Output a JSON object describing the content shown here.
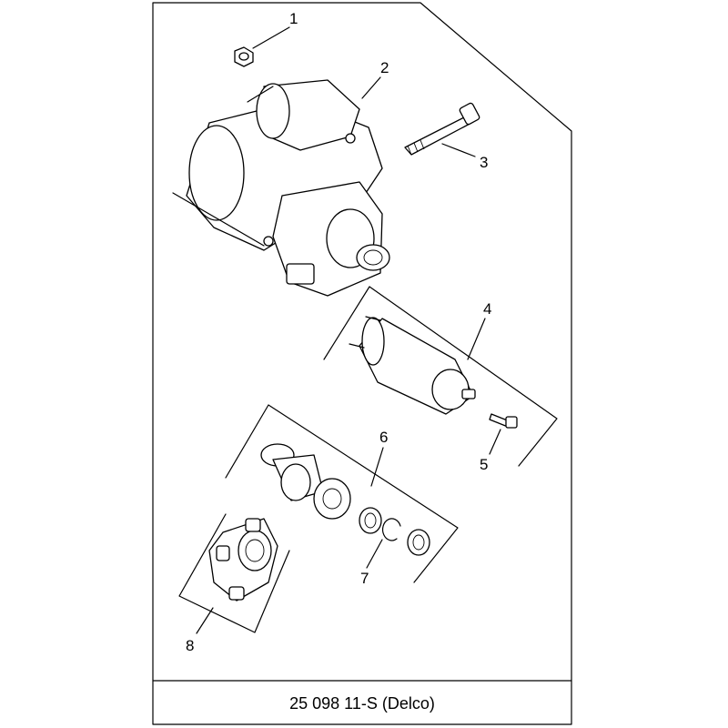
{
  "diagram": {
    "caption": "25 098 11-S (Delco)",
    "callouts": [
      {
        "id": "1",
        "label": "1"
      },
      {
        "id": "2",
        "label": "2"
      },
      {
        "id": "3",
        "label": "3"
      },
      {
        "id": "4",
        "label": "4"
      },
      {
        "id": "5",
        "label": "5"
      },
      {
        "id": "6",
        "label": "6"
      },
      {
        "id": "7",
        "label": "7"
      },
      {
        "id": "8",
        "label": "8"
      }
    ]
  }
}
